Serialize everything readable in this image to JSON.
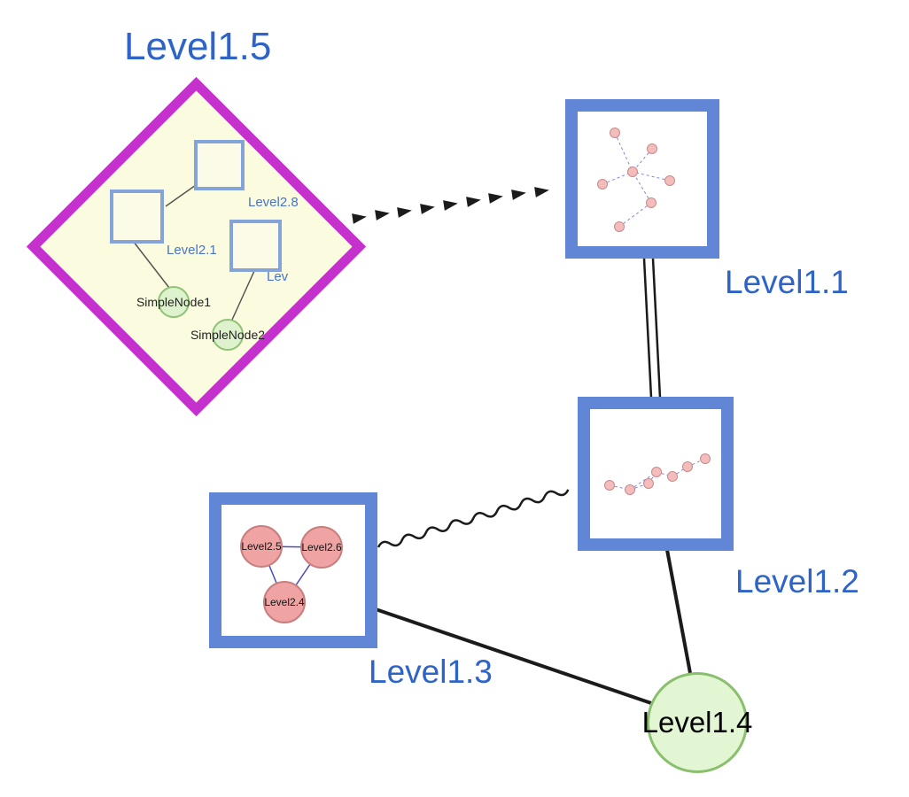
{
  "labels": {
    "level15": "Level1.5",
    "level11": "Level1.1",
    "level12": "Level1.2",
    "level13": "Level1.3",
    "level14": "Level1.4",
    "level28": "Level2.8",
    "level21": "Level2.1",
    "lev_truncated": "Lev",
    "simplenode1": "SimpleNode1",
    "simplenode2": "SimpleNode2",
    "level25": "Level2.5",
    "level26": "Level2.6",
    "level24": "Level2.4"
  },
  "colors": {
    "label_blue": "#2e63c7",
    "group_box_border_blue": "#6286d6",
    "inner_square_border_blue": "#84a3d8",
    "diamond_border_magenta": "#c531cd",
    "diamond_fill_yellow": "#fbfbdf",
    "green_node_fill": "#def2cd",
    "green_node_border": "#8fc276",
    "pink_node_fill": "#f0a3a3",
    "pink_node_border": "#c87e7e",
    "edge_black": "#1b1b1b",
    "mini_edge_blue": "#8585d0"
  }
}
